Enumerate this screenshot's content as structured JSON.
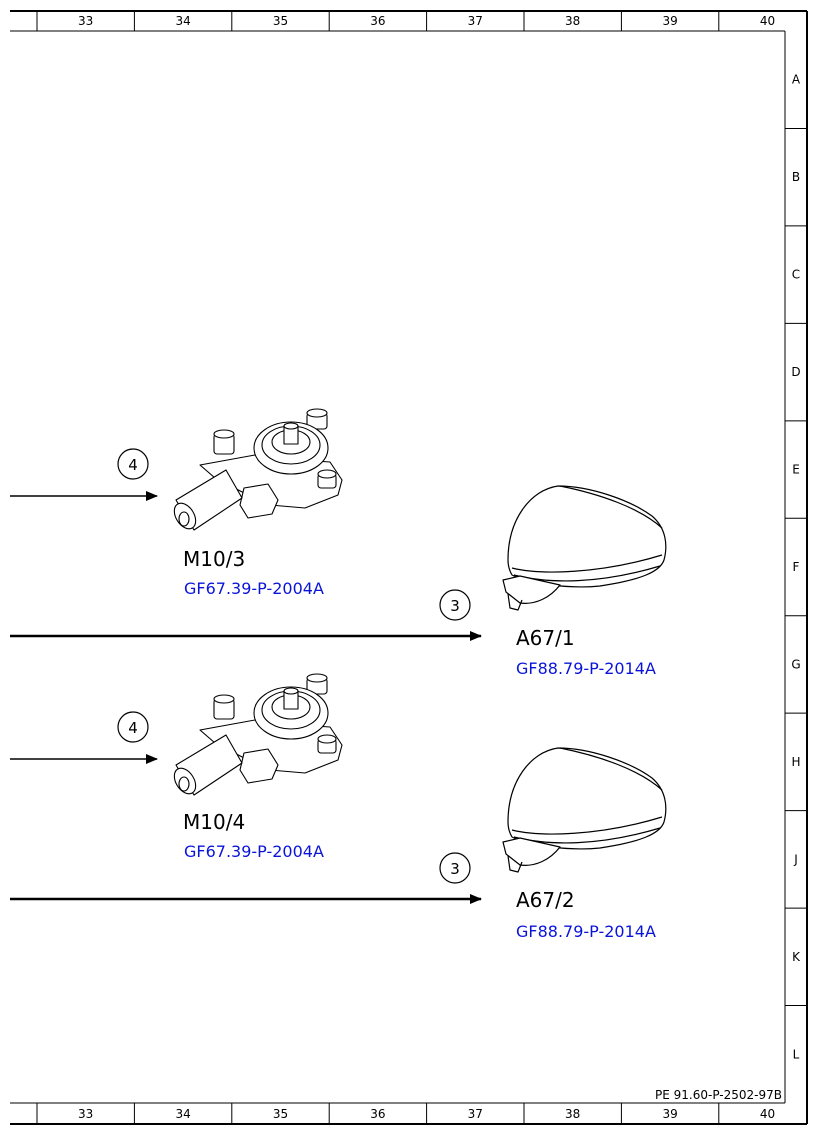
{
  "grid": {
    "columns": [
      "33",
      "34",
      "35",
      "36",
      "37",
      "38",
      "39",
      "40"
    ],
    "rows": [
      "A",
      "B",
      "C",
      "D",
      "E",
      "F",
      "G",
      "H",
      "J",
      "K",
      "L"
    ]
  },
  "components": {
    "m10_3": {
      "label": "M10/3",
      "ref": "GF67.39-P-2004A",
      "badge": "4"
    },
    "a67_1": {
      "label": "A67/1",
      "ref": "GF88.79-P-2014A",
      "badge": "3"
    },
    "m10_4": {
      "label": "M10/4",
      "ref": "GF67.39-P-2004A",
      "badge": "4"
    },
    "a67_2": {
      "label": "A67/2",
      "ref": "GF88.79-P-2014A",
      "badge": "3"
    }
  },
  "document_id": "PE 91.60-P-2502-97B"
}
